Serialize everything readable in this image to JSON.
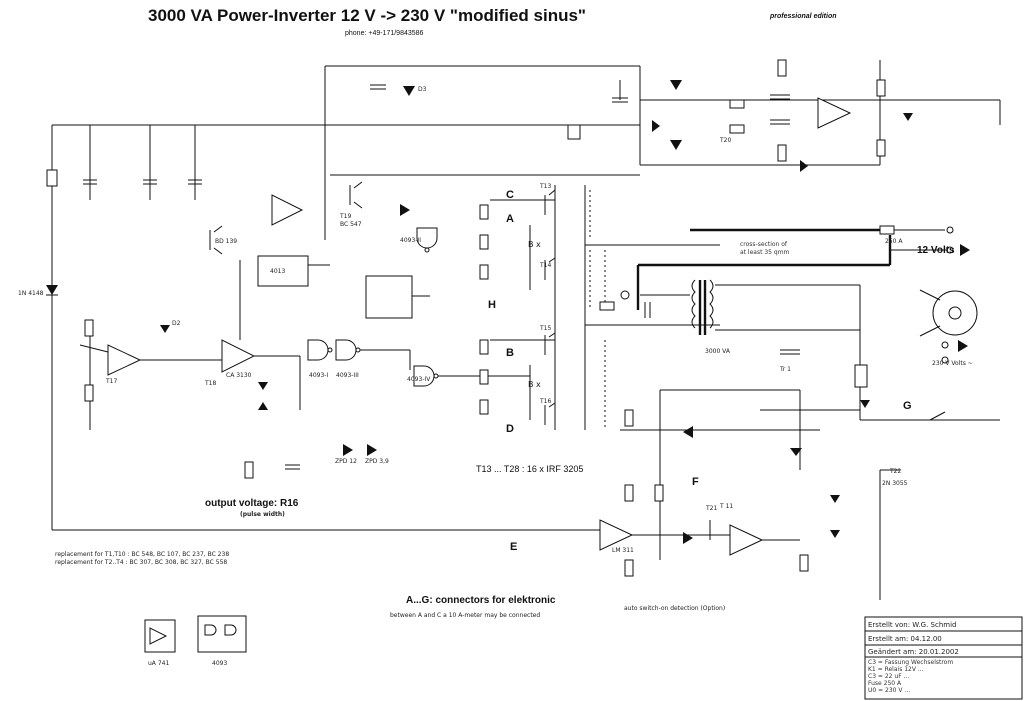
{
  "title": {
    "main": "3000 VA   Power-Inverter     12 V -> 230 V \"modified sinus\"",
    "edition": "professional edition",
    "phone": "phone: +49-171/9843586"
  },
  "connectors": {
    "A": "A",
    "B": "B",
    "C": "C",
    "D": "D",
    "E": "E",
    "F": "F",
    "G": "G",
    "H": "H"
  },
  "power_labels": {
    "input": "12 Volts",
    "output": "230 V Volts ~",
    "cross_section": "cross-section of\nat least 35 qmm",
    "output_voltage_title": "output voltage: R16",
    "output_voltage_sub": "(pulse width)",
    "transistors_note": "T13 ... T28 : 16 x IRF 3205",
    "connectors_note": "A...G: connectors for elektronic",
    "connectors_sub": "between A and C a 10 A-meter may be connected",
    "auto_switch": "auto switch-on detection (Option)",
    "fuse": "250 A",
    "transformer": "3000 VA"
  },
  "info_box": {
    "created": "Erstellt von: W.G. Schmid",
    "date_created": "Erstellt am:  04.12.00",
    "date_changed": "Geändert am: 20.01.2002",
    "notes": "C3 = Fassung Wechselstrom\nK1 = Relais 12V ...\nC3 = 22 uF ...\nFuse 250 A\nU0 = 230 V ..."
  },
  "ic_labels": [
    "4093-II",
    "4093-I",
    "4093-IV",
    "4093-III",
    "4013",
    "CA 3130",
    "LM 311",
    "uA 741",
    "4093"
  ],
  "components": {
    "transistors": [
      "T13",
      "T14",
      "T15",
      "T16",
      "T17",
      "T18",
      "T19",
      "T20",
      "T21",
      "T22"
    ],
    "text_bits": [
      "B x",
      "B x",
      "Tr 1",
      "D3",
      "D2",
      "T 11",
      "BC 547",
      "BD 139",
      "2N 3055",
      "1N 4148",
      "ZPD 12",
      "ZPD 3,9"
    ]
  },
  "replacement_notes": [
    "replacement for T1,T10 : BC 548, BC 107, BC 237, BC 238",
    "replacement for T2..T4 : BC 307, BC 308, BC 327, BC 558"
  ],
  "pinouts": [
    "uA 741",
    "4093"
  ]
}
